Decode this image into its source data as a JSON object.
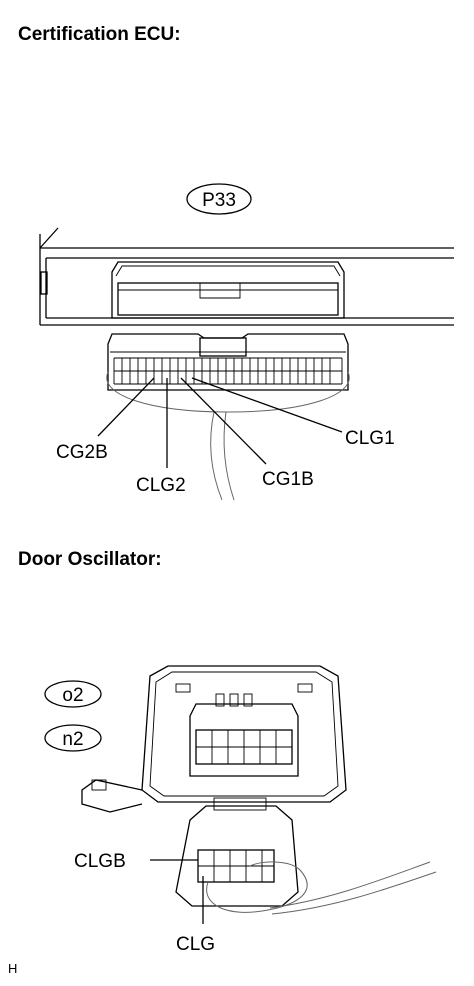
{
  "sections": {
    "ecu_heading": "Certification ECU:",
    "oscillator_heading": "Door Oscillator:"
  },
  "ecu": {
    "connector_code": "P33",
    "terminals": {
      "cg2b": "CG2B",
      "clg2": "CLG2",
      "cg1b": "CG1B",
      "clg1": "CLG1"
    }
  },
  "oscillator": {
    "connector_codes": [
      "o2",
      "n2"
    ],
    "terminals": {
      "clgb": "CLGB",
      "clg": "CLG"
    }
  },
  "footer": {
    "mark": "H"
  }
}
